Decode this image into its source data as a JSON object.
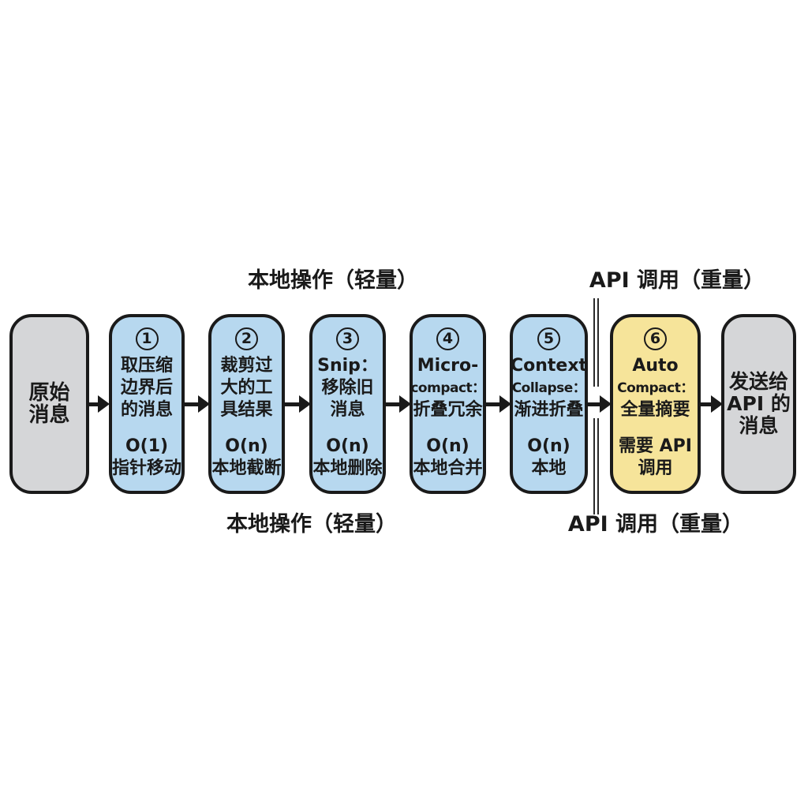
{
  "labels": {
    "top_left": "本地操作（轻量）",
    "top_right": "API 调用（重量）",
    "bottom_left": "本地操作（轻量）",
    "bottom_right": "API 调用（重量）"
  },
  "colors": {
    "local_box_fill": "#b7d8ef",
    "api_box_fill": "#f6e49a",
    "endpoint_box_fill": "#d5d6d8",
    "outline": "#1a1a1a",
    "background": "#ffffff"
  },
  "nodes": {
    "source": {
      "lines": [
        "原始",
        "消息"
      ]
    },
    "steps": [
      {
        "number": "1",
        "title": [
          "取压缩",
          "边界后",
          "的消息"
        ],
        "cost": [
          "O(1)",
          "指针移动"
        ]
      },
      {
        "number": "2",
        "title": [
          "裁剪过",
          "大的工",
          "具结果"
        ],
        "cost": [
          "O(n)",
          "本地截断"
        ]
      },
      {
        "number": "3",
        "title": [
          "Snip：",
          "移除旧",
          "消息"
        ],
        "cost": [
          "O(n)",
          "本地删除"
        ]
      },
      {
        "number": "4",
        "title": [
          "Micro-",
          "compact：",
          "折叠冗余"
        ],
        "cost": [
          "O(n)",
          "本地合并"
        ]
      },
      {
        "number": "5",
        "title": [
          "Context",
          "Collapse：",
          "渐进折叠"
        ],
        "cost": [
          "O(n)",
          "本地"
        ]
      },
      {
        "number": "6",
        "title": [
          "Auto",
          "Compact：",
          "全量摘要"
        ],
        "cost": [
          "需要 API",
          "调用"
        ]
      }
    ],
    "sink": {
      "lines": [
        "发送给",
        "API 的",
        "消息"
      ]
    }
  }
}
